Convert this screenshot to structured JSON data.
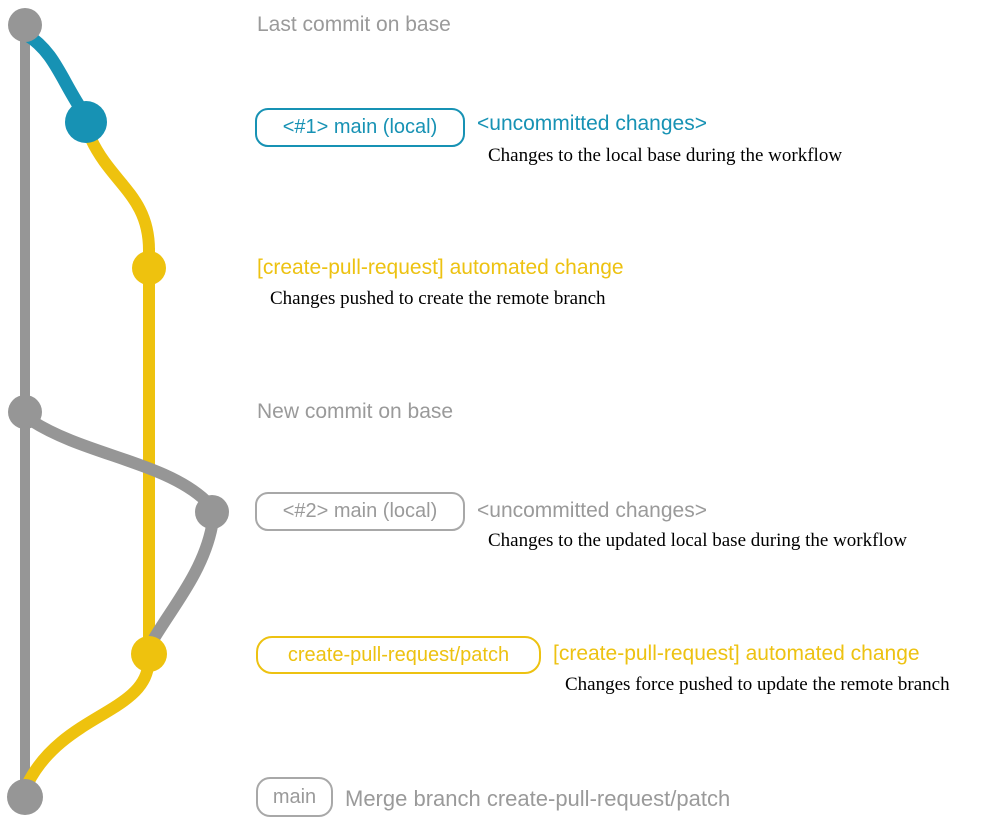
{
  "colors": {
    "gray": "#969696",
    "teal": "#1792b4",
    "yellow": "#eec20e",
    "text_gray": "#9a9a9a"
  },
  "graph": {
    "branches": [
      {
        "name": "base",
        "color": "#969696"
      },
      {
        "name": "local main",
        "color": "#1792b4"
      },
      {
        "name": "create-pull-request/patch",
        "color": "#eec20e"
      }
    ]
  },
  "rows": {
    "last_commit": {
      "label": "Last commit on base"
    },
    "commit1": {
      "badge": "<#1> main (local)",
      "title": "<uncommitted changes>",
      "desc": "Changes to the local base during the workflow"
    },
    "push1": {
      "title": "[create-pull-request] automated change",
      "desc": "Changes pushed to create the remote branch"
    },
    "new_commit": {
      "label": "New commit on base"
    },
    "commit2": {
      "badge": "<#2> main (local)",
      "title": "<uncommitted changes>",
      "desc": "Changes to the updated local base during the workflow"
    },
    "push2": {
      "badge": "create-pull-request/patch",
      "title": "[create-pull-request] automated change",
      "desc": "Changes force pushed to update the remote branch"
    },
    "merge": {
      "badge": "main",
      "label": "Merge branch create-pull-request/patch"
    }
  }
}
